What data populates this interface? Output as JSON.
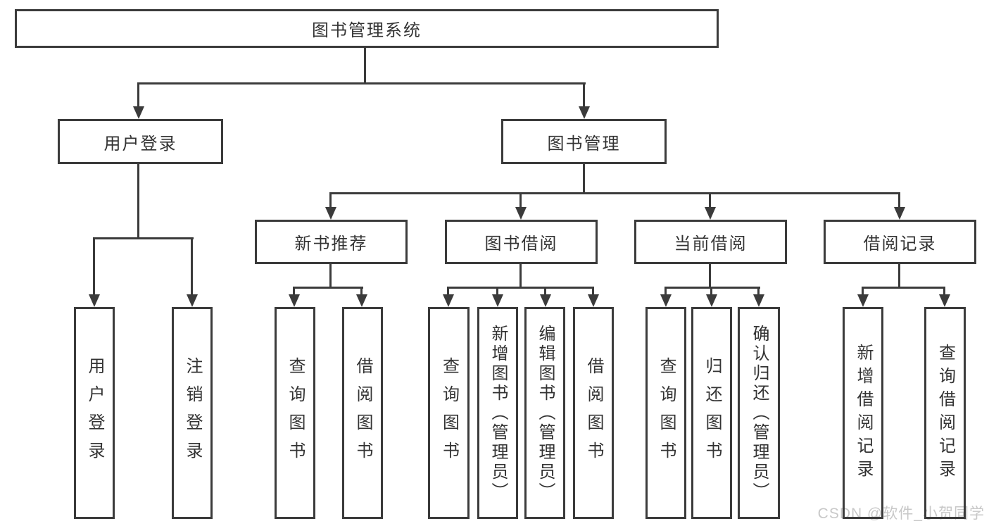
{
  "colors": {
    "line": "#3b3b3b",
    "text": "#333333",
    "background": "#ffffff",
    "watermark": "#c8c8c8"
  },
  "watermark": {
    "text": "CSDN @软件_小贺同学"
  },
  "tree": {
    "root": "图书管理系统",
    "l1": [
      "用户登录",
      "图书管理"
    ],
    "l2": [
      "新书推荐",
      "图书借阅",
      "当前借阅",
      "借阅记录"
    ],
    "leaves": [
      "用户登录",
      "注销登录",
      "查询图书",
      "借阅图书",
      "查询图书",
      "新增图书（管理员）",
      "编辑图书（管理员）",
      "借阅图书",
      "查询图书",
      "归还图书",
      "确认归还（管理员）",
      "新增借阅记录",
      "查询借阅记录"
    ],
    "structure": {
      "图书管理系统": {
        "用户登录": [
          "用户登录",
          "注销登录"
        ],
        "图书管理": {
          "新书推荐": [
            "查询图书",
            "借阅图书"
          ],
          "图书借阅": [
            "查询图书",
            "新增图书（管理员）",
            "编辑图书（管理员）",
            "借阅图书"
          ],
          "当前借阅": [
            "查询图书",
            "归还图书",
            "确认归还（管理员）"
          ],
          "借阅记录": [
            "新增借阅记录",
            "查询借阅记录"
          ]
        }
      }
    }
  }
}
